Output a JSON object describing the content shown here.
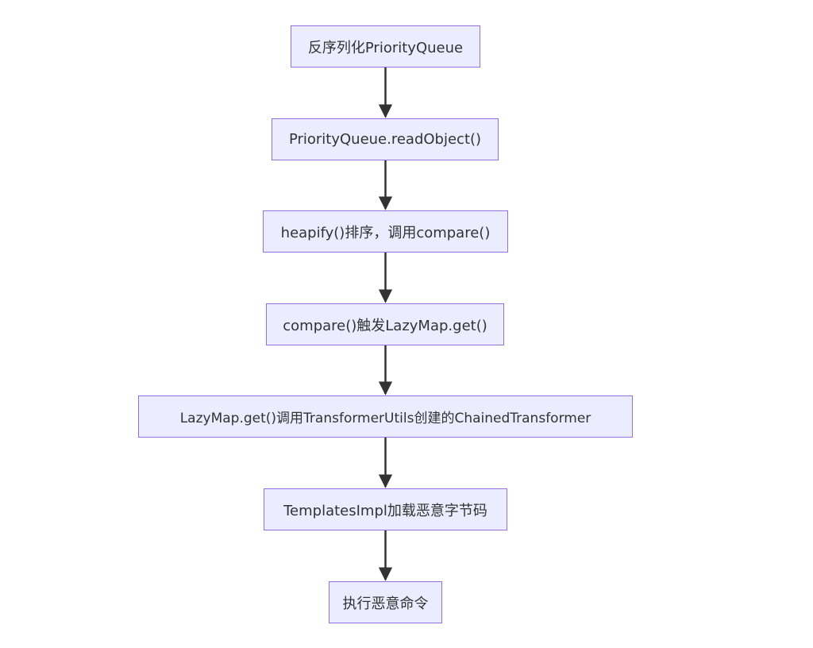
{
  "diagram": {
    "nodes": [
      {
        "id": "n1",
        "label": "反序列化PriorityQueue"
      },
      {
        "id": "n2",
        "label": "PriorityQueue.readObject()"
      },
      {
        "id": "n3",
        "label": "heapify()排序，调用compare()"
      },
      {
        "id": "n4",
        "label": "compare()触发LazyMap.get()"
      },
      {
        "id": "n5",
        "label": "LazyMap.get()调用TransformerUtils创建的ChainedTransformer"
      },
      {
        "id": "n6",
        "label": "TemplatesImpl加载恶意字节码"
      },
      {
        "id": "n7",
        "label": "执行恶意命令"
      }
    ],
    "edges": [
      {
        "from": "n1",
        "to": "n2"
      },
      {
        "from": "n2",
        "to": "n3"
      },
      {
        "from": "n3",
        "to": "n4"
      },
      {
        "from": "n4",
        "to": "n5"
      },
      {
        "from": "n5",
        "to": "n6"
      },
      {
        "from": "n6",
        "to": "n7"
      }
    ],
    "colors": {
      "node_fill": "#ececff",
      "node_border": "#9370db",
      "edge": "#333333",
      "text": "#333333"
    }
  }
}
